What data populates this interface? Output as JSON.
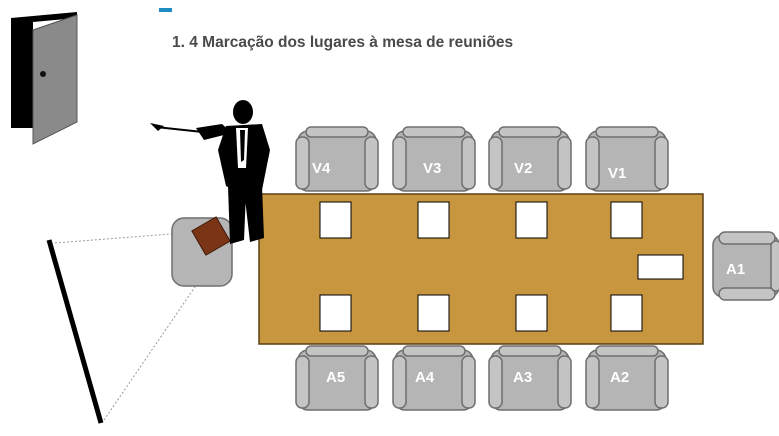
{
  "title": "1. 4 Marcação dos lugares à mesa de reuniões",
  "colors": {
    "accent": "#1e8bc3",
    "table": "#c8963e",
    "chair": "#b5b5b5",
    "projector": "#7a3416",
    "door": "#8a8a8a"
  },
  "seats": {
    "v4": "V4",
    "v3": "V3",
    "v2": "V2",
    "v1": "V1",
    "a5": "A5",
    "a4": "A4",
    "a3": "A3",
    "a2": "A2",
    "a1": "A1"
  }
}
